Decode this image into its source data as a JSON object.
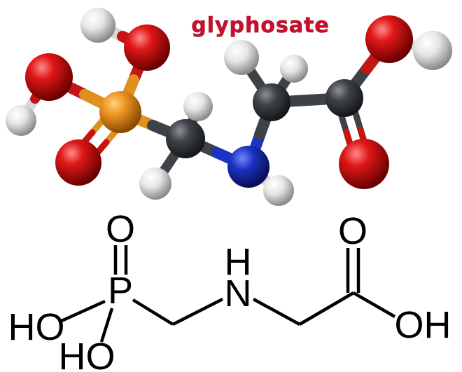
{
  "title": "glyphosate",
  "colors": {
    "title": "#c8102e",
    "oxygen": "#d01010",
    "hydrogen": "#e8e8e8",
    "carbon": "#3a3d40",
    "nitrogen": "#1a2fb8",
    "phosphorus": "#e89020"
  },
  "structure": {
    "labels": {
      "p": "P",
      "o_top_left": "O",
      "o_top_right": "O",
      "n": "N",
      "h_n": "H",
      "ho_left": "HO",
      "ho_bottom": "HO",
      "oh_right": "OH"
    }
  }
}
